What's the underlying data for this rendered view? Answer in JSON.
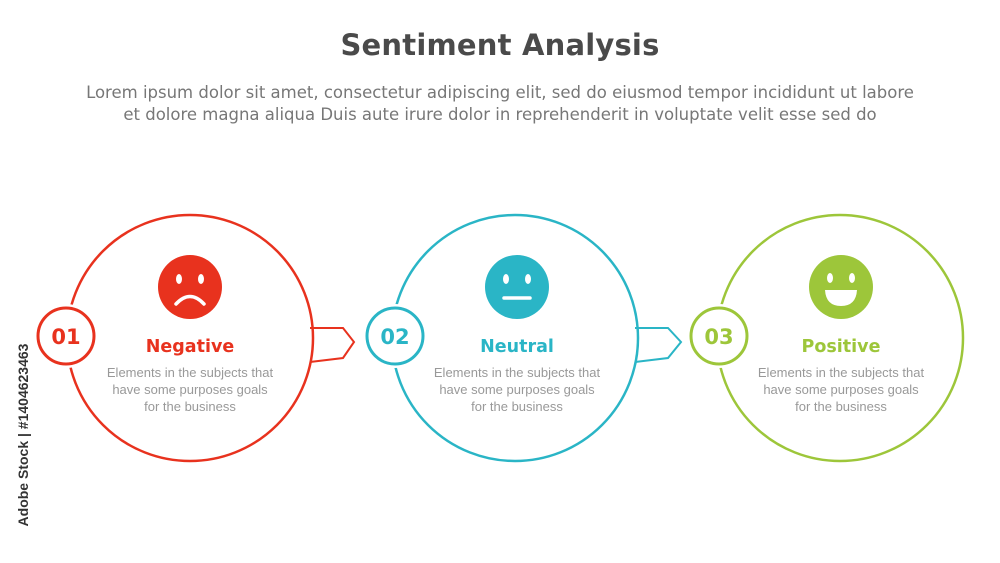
{
  "title": "Sentiment Analysis",
  "subtitle": {
    "line1": "Lorem ipsum dolor sit amet, consectetur adipiscing elit, sed do eiusmod tempor incididunt ut labore",
    "line2": "et dolore magna aliqua Duis aute irure dolor in reprehenderit in voluptate velit esse sed do"
  },
  "stages": [
    {
      "number": "01",
      "title": "Negative",
      "desc_lines": [
        "Elements in the subjects that",
        "have  some purposes goals",
        "for the  business"
      ],
      "color": "#e8321e",
      "face": "sad-face-icon"
    },
    {
      "number": "02",
      "title": "Neutral",
      "desc_lines": [
        "Elements in the subjects that",
        "have  some purposes goals",
        "for the  business"
      ],
      "color": "#2ab5c6",
      "face": "neutral-face-icon"
    },
    {
      "number": "03",
      "title": "Positive",
      "desc_lines": [
        "Elements in the subjects that",
        "have  some purposes goals",
        "for the  business"
      ],
      "color": "#9dc63a",
      "face": "happy-face-icon"
    }
  ],
  "watermark": "Adobe Stock | #1404623463"
}
